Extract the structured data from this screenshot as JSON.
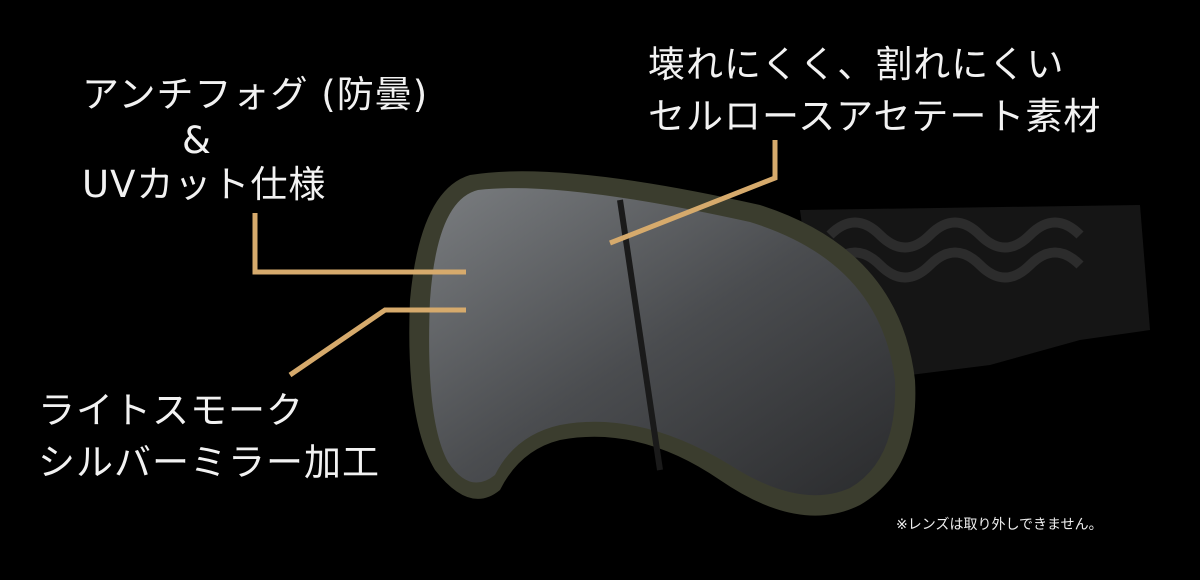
{
  "labels": {
    "antifog_line1": "アンチフォグ (防曇)",
    "antifog_line2": "&",
    "antifog_line3": "UVカット仕様",
    "material_line1": "壊れにくく、割れにくい",
    "material_line2": "セルロースアセテート素材",
    "lens_line1": "ライトスモーク",
    "lens_line2": "シルバーミラー加工"
  },
  "note": "※レンズは取り外しできません。",
  "colors": {
    "background": "#000000",
    "callout": "#d6aa6c",
    "frame": "#3b3d2e",
    "strap": "#151515"
  }
}
